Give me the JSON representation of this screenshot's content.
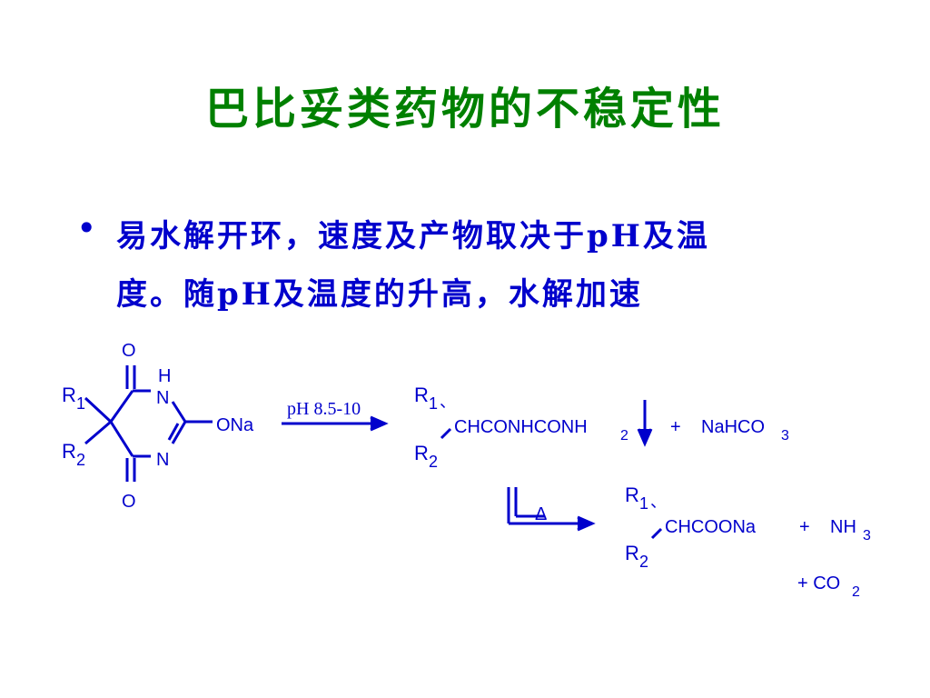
{
  "title": "巴比妥类药物的不稳定性",
  "bullet": {
    "line1": "易水解开环，速度及产物取决于pH及温",
    "line2": "度。随pH及温度的升高，水解加速"
  },
  "scheme": {
    "reactant": {
      "o_top": "O",
      "o_bottom": "O",
      "h": "H",
      "n_top": "N",
      "n_bottom": "N",
      "ona": "ONa",
      "r1": "R",
      "r1_sub": "1",
      "r2": "R",
      "r2_sub": "2"
    },
    "condition": "pH 8.5-10",
    "intermediate": {
      "r1": "R",
      "r1_sub": "1",
      "r2": "R",
      "r2_sub": "2",
      "main": "CHCONHCONH",
      "main_sub": "2",
      "plus": "+",
      "byproduct": "NaHCO",
      "byproduct_sub": "3"
    },
    "heat": "Δ",
    "product": {
      "r1": "R",
      "r1_sub": "1",
      "r2": "R",
      "r2_sub": "2",
      "main": "CHCOONa",
      "plus1": "+",
      "nh3": "NH",
      "nh3_sub": "3",
      "co2_plus": "+ CO",
      "co2_sub": "2"
    }
  },
  "colors": {
    "title": "#008000",
    "body": "#0000cc"
  }
}
